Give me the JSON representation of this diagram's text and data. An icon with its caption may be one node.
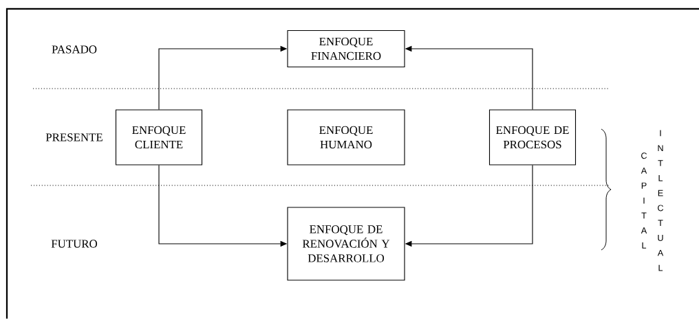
{
  "diagram": {
    "nodes": [
      {
        "text": [
          "ENFOQUE FINANCIERO"
        ]
      },
      {
        "text": [
          "ENFOQUE CLIENTE"
        ]
      },
      {
        "text": [
          "ENFOQUE HUMANO"
        ]
      },
      {
        "text": [
          "ENFOQUE DE PROCESOS"
        ]
      },
      {
        "text": [
          "ENFOQUE DE RENOVACIÓN Y DESARROLLO"
        ]
      }
    ],
    "edges": [
      {
        "from": 1,
        "to": 0,
        "arrow": "to"
      },
      {
        "from": 3,
        "to": 0,
        "arrow": "to"
      },
      {
        "from": 1,
        "to": 4,
        "arrow": "to"
      },
      {
        "from": 3,
        "to": 4,
        "arrow": "to"
      }
    ],
    "labels": [
      "PASADO",
      "PRESENTE",
      "FUTURO",
      "CAPITAL",
      "INTLECTUAL"
    ]
  }
}
